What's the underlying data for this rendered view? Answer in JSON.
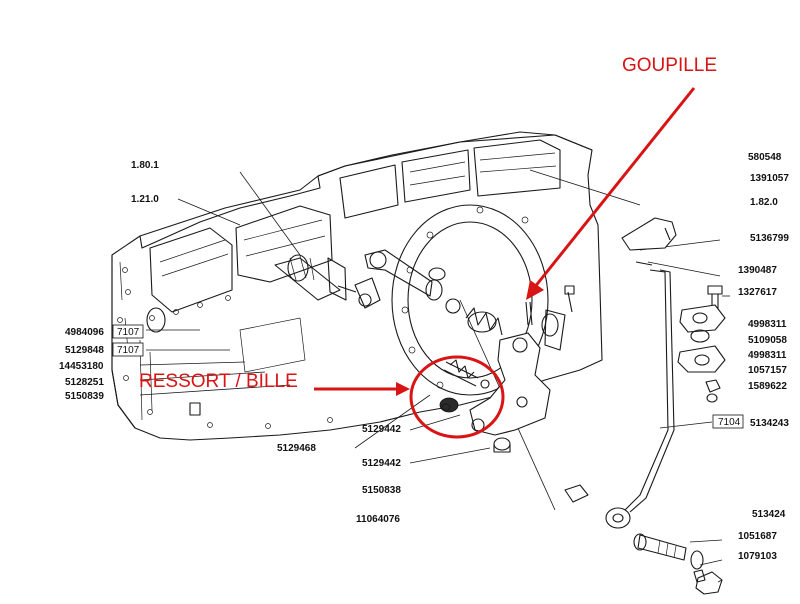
{
  "annotations": {
    "goupille": "GOUPILLE",
    "ressort_bille": "RESSORT / BILLE"
  },
  "colors": {
    "annotation": "#d81414",
    "line": "#1a1a1a",
    "background": "#ffffff"
  },
  "refs_left_top": [
    "1.80.1",
    "1.21.0"
  ],
  "refs_left": [
    {
      "num": "4984096",
      "box": "7107"
    },
    {
      "num": "5129848",
      "box": "7107"
    },
    {
      "num": "14453180",
      "box": ""
    },
    {
      "num": "5128251",
      "box": ""
    },
    {
      "num": "5150839",
      "box": ""
    }
  ],
  "refs_center": [
    "5129442",
    "5129468",
    "5129442",
    "5150838",
    "11064076"
  ],
  "refs_right": [
    "580548",
    "1391057",
    "1.82.0",
    "5136799",
    "1390487",
    "1327617",
    "4998311",
    "5109058",
    "4998311",
    "1057157",
    "1589622"
  ],
  "ref_right_boxed": {
    "box": "7104",
    "num": "5134243"
  },
  "refs_right_bottom": [
    "513424",
    "1051687",
    "1079103"
  ]
}
